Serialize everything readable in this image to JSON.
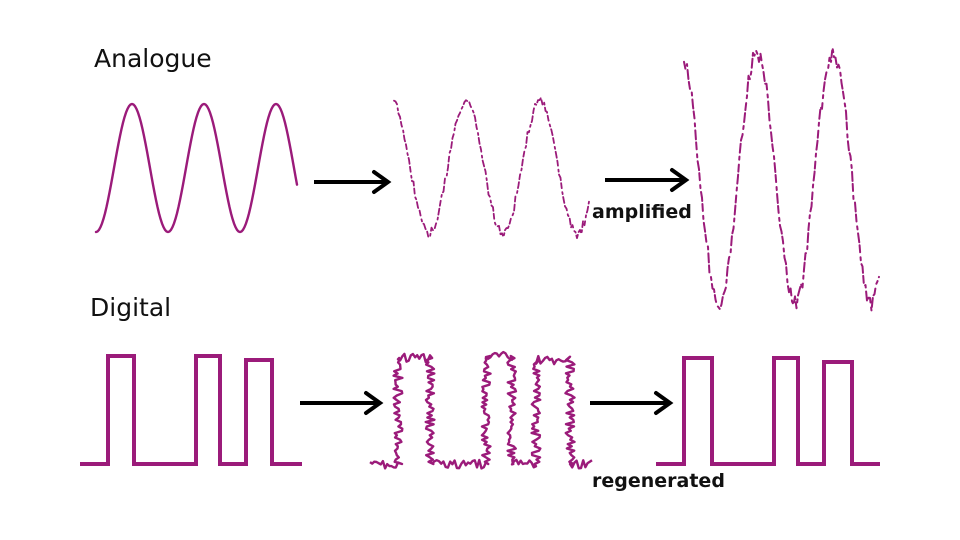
{
  "analogue": {
    "title": "Analogue",
    "caption": "amplified"
  },
  "digital": {
    "title": "Digital",
    "caption": "regenerated"
  },
  "colors": {
    "signal": "#9b1b7a",
    "arrow": "#000000",
    "text": "#111111"
  }
}
